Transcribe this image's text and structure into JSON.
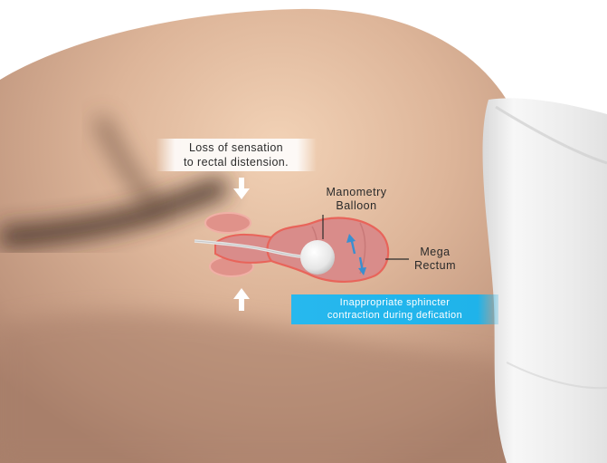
{
  "labels": {
    "sensation": {
      "line1": "Loss of sensation",
      "line2": "to rectal distension."
    },
    "balloon": {
      "line1": "Manometry",
      "line2": "Balloon"
    },
    "rectum": {
      "line1": "Mega",
      "line2": "Rectum"
    },
    "sphincter": {
      "line1": "Inappropriate sphincter",
      "line2": "contraction during defication"
    }
  },
  "colors": {
    "skin": "#cda58d",
    "skin_highlight": "#f0cfb3",
    "cleft": "#3d2a22",
    "pillow": "#ececec",
    "organ_fill": "#d98c8a",
    "organ_outline": "#e8645a",
    "balloon": "#f2f2f2",
    "callout_blue": "#1fb3ea",
    "arrow_blue": "#3a8fd0",
    "arrow_white": "#ffffff"
  },
  "icons": {
    "pressure_arrows": "arrow-down-icon, arrow-up-icon",
    "contraction_arrows": "bidirectional-arrow-icon"
  }
}
